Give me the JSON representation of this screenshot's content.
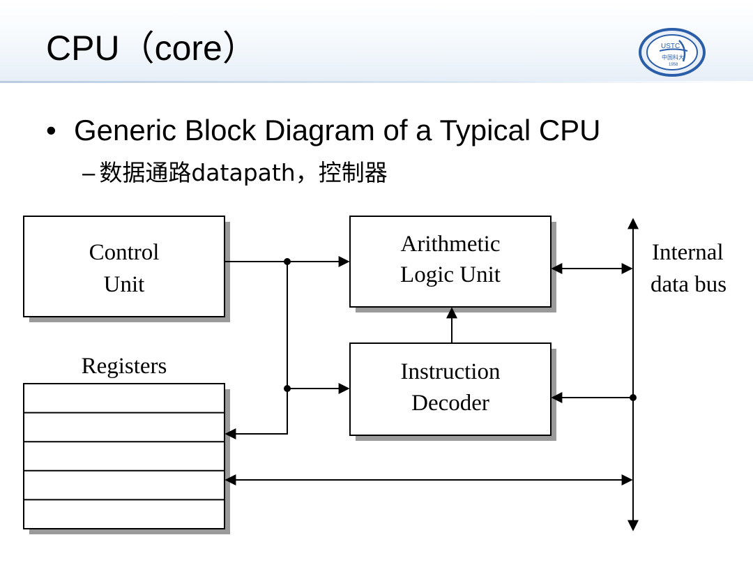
{
  "slide": {
    "title": "CPU（core）",
    "bullet": "Generic Block Diagram of a Typical CPU",
    "sub_bullet_dash": "–",
    "sub_bullet": "数据通路datapath，控制器"
  },
  "logo": {
    "icon": "ustc-logo-icon",
    "text_top": "USTC",
    "text_bottom": "中国科大",
    "year": "1958",
    "color": "#2a5ea8"
  },
  "diagram": {
    "control_unit": [
      "Control",
      "Unit"
    ],
    "alu": [
      "Arithmetic",
      "Logic Unit"
    ],
    "decoder": [
      "Instruction",
      "Decoder"
    ],
    "registers_label": "Registers",
    "bus_label": [
      "Internal",
      "data bus"
    ]
  },
  "colors": {
    "ink": "#000000",
    "shadow": "#9a9a9a",
    "header_rule": "#b9cde2"
  }
}
